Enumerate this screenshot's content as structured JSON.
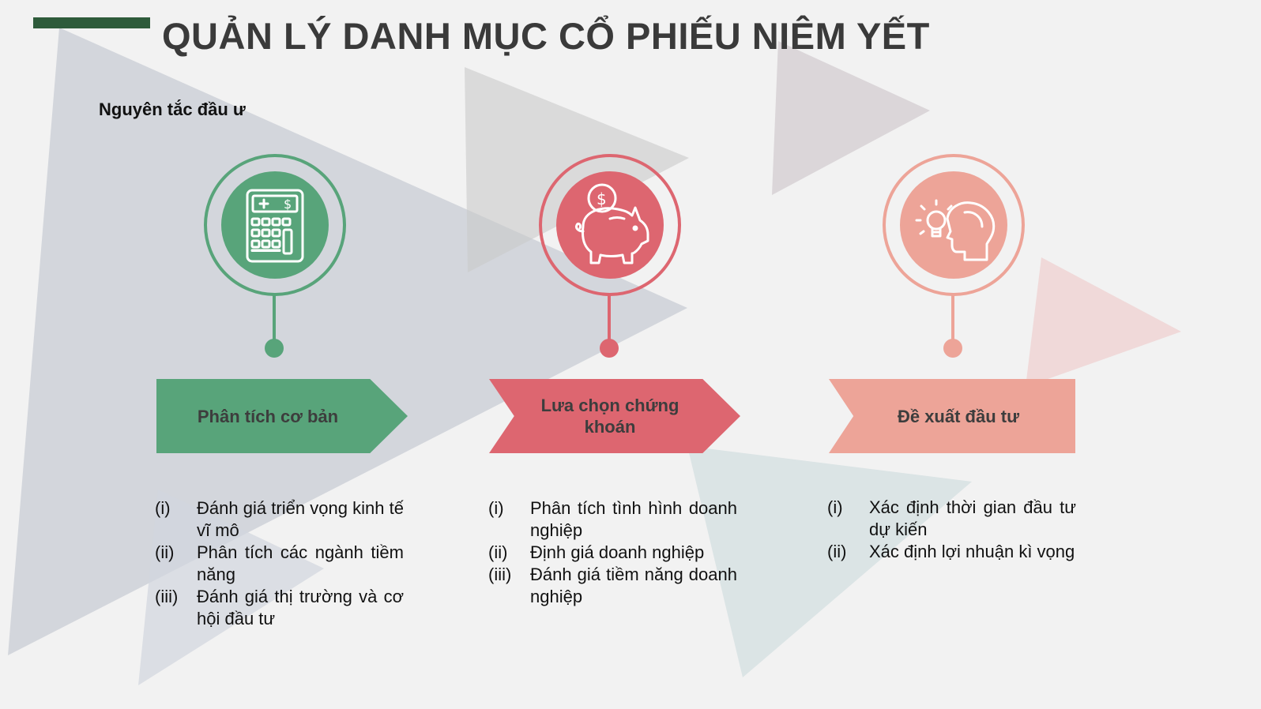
{
  "header": {
    "title": "QUẢN LÝ DANH MỤC CỔ PHIẾU NIÊM YẾT",
    "subtitle": "Nguyên tắc đầu ư"
  },
  "colors": {
    "accent_bar": "#2e5b3b",
    "green": "#58a47a",
    "red": "#dd6670",
    "salmon": "#eda498"
  },
  "steps": [
    {
      "icon": "calculator-icon",
      "label": "Phân tích cơ bản",
      "items": [
        {
          "num": "(i)",
          "text": "Đánh giá triển vọng kinh tế vĩ mô"
        },
        {
          "num": "(ii)",
          "text": "Phân tích các ngành tiềm năng"
        },
        {
          "num": "(iii)",
          "text": "Đánh giá thị trường và cơ hội đầu tư"
        }
      ]
    },
    {
      "icon": "piggy-bank-icon",
      "label_line1": "Lưa chọn chứng",
      "label_line2": "khoán",
      "items": [
        {
          "num": "(i)",
          "text": "Phân tích tình hình doanh nghiệp"
        },
        {
          "num": "(ii)",
          "text": "Định giá doanh nghiệp"
        },
        {
          "num": "(iii)",
          "text": "Đánh giá tiềm năng doanh nghiệp"
        }
      ]
    },
    {
      "icon": "idea-head-icon",
      "label": "Đề xuất đầu tư",
      "items": [
        {
          "num": "(i)",
          "text": "Xác định thời gian đầu tư dự kiến"
        },
        {
          "num": "(ii)",
          "text": "Xác định lợi nhuận kì vọng"
        }
      ]
    }
  ]
}
